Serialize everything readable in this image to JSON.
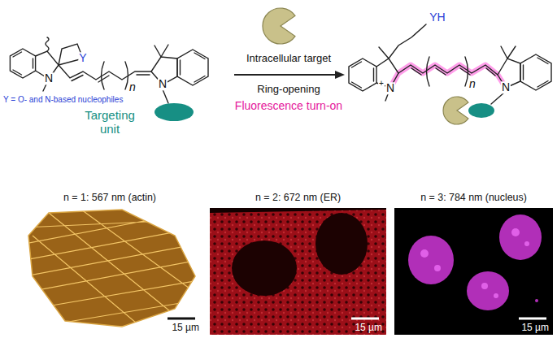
{
  "diagram": {
    "nodes": [
      {
        "text": [
          "n = 1: 567 nm (actin)",
          "15 µm"
        ]
      },
      {
        "text": [
          "n = 2: 672 nm (ER)",
          "15 µm"
        ]
      },
      {
        "text": [
          "n = 3: 784 nm (nucleus)",
          "15 µm"
        ]
      }
    ],
    "labels": [
      "Y",
      "Y = O- and N-based nucleophiles",
      "N",
      "n",
      "N",
      "Targeting unit",
      "Intracellular target",
      "Ring-opening",
      "Fluorescence turn-on",
      "YH",
      "+",
      "N",
      "n",
      "N"
    ]
  }
}
